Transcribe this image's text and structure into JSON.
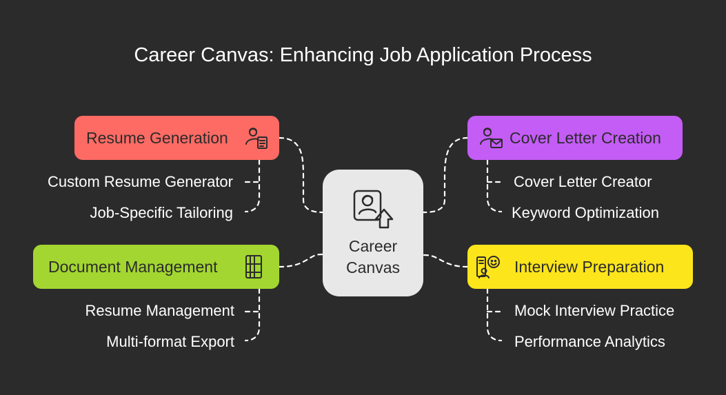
{
  "title": "Career Canvas: Enhancing Job Application Process",
  "center": {
    "label_line1": "Career",
    "label_line2": "Canvas",
    "icon": "user-upload-icon"
  },
  "branches": [
    {
      "label": "Resume Generation",
      "color": "#fe6b64",
      "icon": "user-document-icon",
      "items": [
        "Custom Resume Generator",
        "Job-Specific Tailoring"
      ]
    },
    {
      "label": "Document Management",
      "color": "#a3d630",
      "icon": "folder-stack-icon",
      "items": [
        "Resume Management",
        "Multi-format Export"
      ]
    },
    {
      "label": "Cover Letter Creation",
      "color": "#c45cf6",
      "icon": "user-mail-icon",
      "items": [
        "Cover Letter Creator",
        "Keyword Optimization"
      ]
    },
    {
      "label": "Interview Preparation",
      "color": "#fde51b",
      "icon": "interview-icon",
      "items": [
        "Mock Interview Practice",
        "Performance Analytics"
      ]
    }
  ],
  "colors": {
    "background": "#2b2b2b",
    "center": "#e8e8e8",
    "connector": "#ffffff"
  }
}
